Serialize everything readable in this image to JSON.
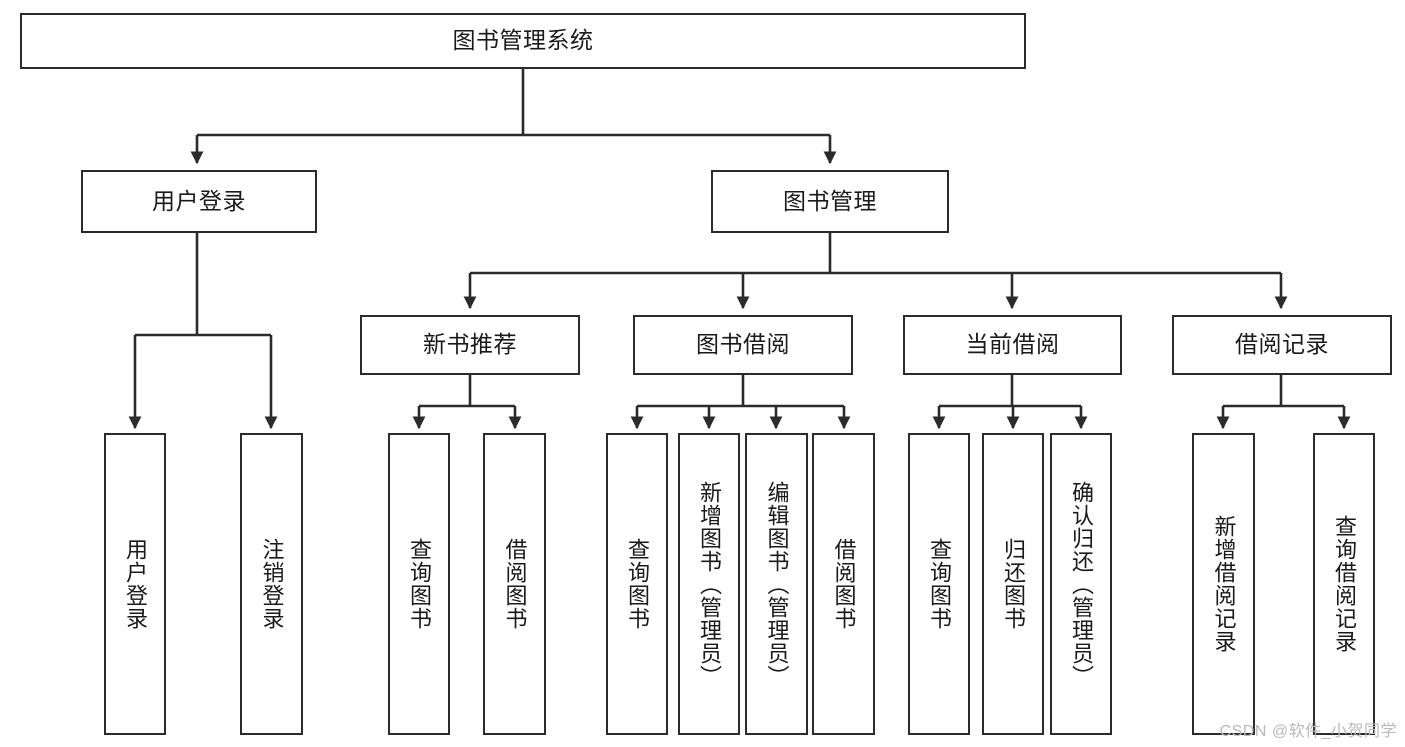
{
  "diagram": {
    "type": "tree",
    "title": "图书管理系统",
    "stroke_color": "#2b2b2b",
    "background_color": "#ffffff",
    "text_color": "#1a1a1a",
    "watermark": "CSDN @软件_小贺同学"
  },
  "nodes": {
    "root": {
      "label": "图书管理系统"
    },
    "level2": [
      {
        "id": "user-login",
        "label": "用户登录"
      },
      {
        "id": "book-manage",
        "label": "图书管理"
      }
    ],
    "level3": [
      {
        "id": "new-book-recommend",
        "label": "新书推荐"
      },
      {
        "id": "book-borrow",
        "label": "图书借阅"
      },
      {
        "id": "current-borrow",
        "label": "当前借阅"
      },
      {
        "id": "borrow-record",
        "label": "借阅记录"
      }
    ],
    "leaves": [
      {
        "id": "leaf-user-login",
        "label": "用户登录",
        "parent": "用户登录"
      },
      {
        "id": "leaf-user-logout",
        "label": "注销登录",
        "parent": "用户登录"
      },
      {
        "id": "leaf-query-book-1",
        "label": "查询图书",
        "parent": "新书推荐"
      },
      {
        "id": "leaf-borrow-book-1",
        "label": "借阅图书",
        "parent": "新书推荐"
      },
      {
        "id": "leaf-query-book-2",
        "label": "查询图书",
        "parent": "图书借阅"
      },
      {
        "id": "leaf-add-book",
        "label": "新增图书（管理员）",
        "parent": "图书借阅"
      },
      {
        "id": "leaf-edit-book",
        "label": "编辑图书（管理员）",
        "parent": "图书借阅"
      },
      {
        "id": "leaf-borrow-book-2",
        "label": "借阅图书",
        "parent": "图书借阅"
      },
      {
        "id": "leaf-query-book-3",
        "label": "查询图书",
        "parent": "当前借阅"
      },
      {
        "id": "leaf-return-book",
        "label": "归还图书",
        "parent": "当前借阅"
      },
      {
        "id": "leaf-confirm-return",
        "label": "确认归还（管理员）",
        "parent": "当前借阅"
      },
      {
        "id": "leaf-add-record",
        "label": "新增借阅记录",
        "parent": "借阅记录"
      },
      {
        "id": "leaf-query-record",
        "label": "查询借阅记录",
        "parent": "借阅记录"
      }
    ]
  }
}
